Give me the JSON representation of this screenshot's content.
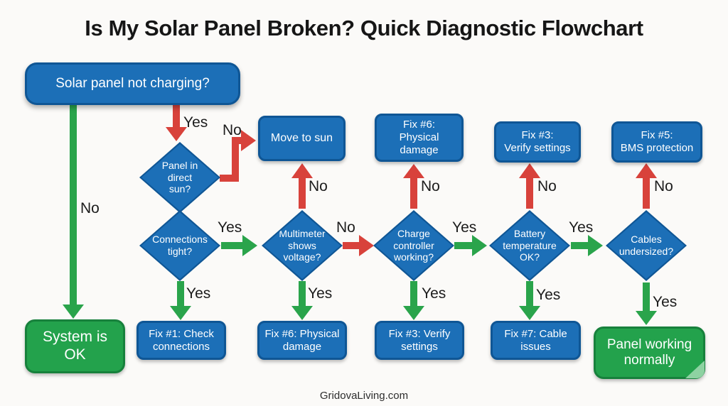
{
  "title": "Is My Solar Panel Broken? Quick Diagnostic Flowchart",
  "footer": "GridovaLiving.com",
  "colors": {
    "node_blue": "#1c6fb7",
    "node_blue_border": "#0f5695",
    "terminal_green": "#23a24c",
    "terminal_green_border": "#17813c",
    "arrow_green": "#2aa44b",
    "arrow_red": "#d8423b",
    "fold_green": "#8ed2a2",
    "background": "#fbfaf8"
  },
  "nodes": {
    "start": "Solar panel not charging?",
    "panel_in_direct_sun": "Panel in\ndirect\nsun?",
    "move_to_sun": "Move to sun",
    "connections_tight": "Connections\ntight?",
    "multimeter_shows_voltage": "Multimeter\nshows\nvoltage?",
    "charge_controller_working": "Charge\ncontroller\nworking?",
    "battery_temperature_ok": "Battery\ntemperature\nOK?",
    "cables_undersized": "Cables\nundersized?",
    "fix6_top": "Fix #6:\nPhysical\ndamage",
    "fix3_top": "Fix #3:\nVerify settings",
    "fix5_top": "Fix #5:\nBMS protection",
    "fix1_bottom": "Fix #1: Check\nconnections",
    "fix6_bottom": "Fix #6: Physical\ndamage",
    "fix3_bottom": "Fix #3: Verify\nsettings",
    "fix7_bottom": "Fix #7: Cable\nissues",
    "system_ok": "System is OK",
    "panel_working": "Panel working\nnormally"
  },
  "edge_labels": {
    "start_no": "No",
    "start_yes": "Yes",
    "sun_no": "No",
    "connections_yes_right": "Yes",
    "connections_yes_down": "Yes",
    "multimeter_no_up": "No",
    "multimeter_no_right": "No",
    "multimeter_yes_down": "Yes",
    "controller_no_up": "No",
    "controller_yes_right": "Yes",
    "controller_yes_down": "Yes",
    "battery_no_up": "No",
    "battery_yes_right": "Yes",
    "battery_yes_down": "Yes",
    "cables_no_up": "No",
    "cables_yes_down": "Yes"
  }
}
